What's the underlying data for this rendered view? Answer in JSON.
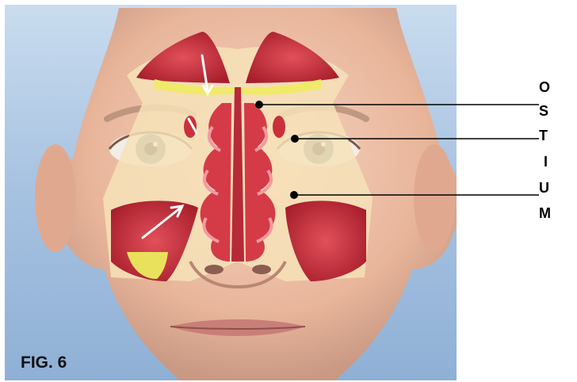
{
  "figure": {
    "label": "FIG. 6"
  },
  "vertical_label": {
    "letters": [
      "O",
      "S",
      "T",
      "I",
      "U",
      "M"
    ]
  },
  "colors": {
    "background_top": "#c9dcef",
    "background_bottom": "#8fb0d6",
    "skin": "#f1c5ac",
    "sinus_red": "#c9303c",
    "mucosa_pink": "#ef7f86",
    "mucus_yellow": "#f0ea6a",
    "arrow_white": "#ffffff",
    "leader_line": "#000000"
  }
}
